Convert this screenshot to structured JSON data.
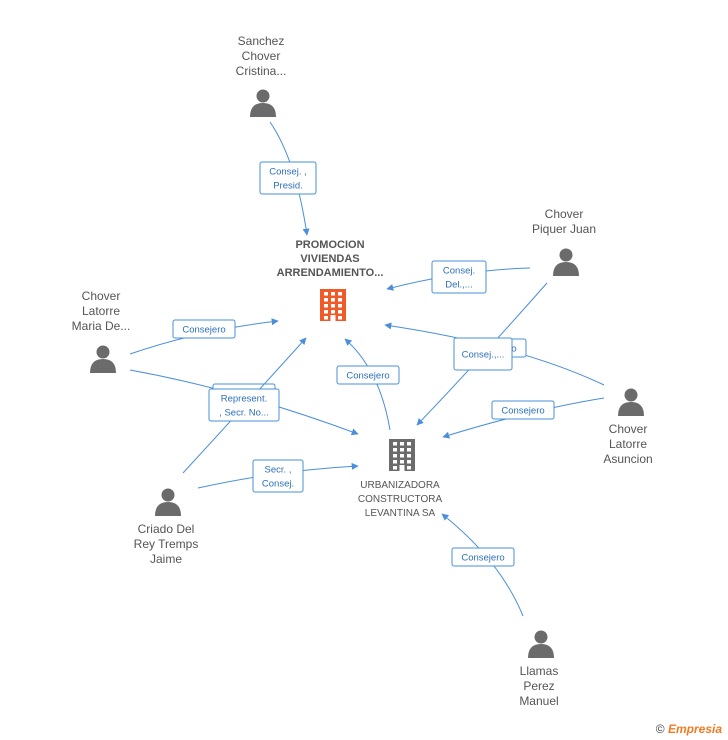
{
  "nodes": {
    "promocion": {
      "lines": [
        "PROMOCION",
        "VIVIENDAS",
        "ARRENDAMIENTO..."
      ],
      "kind": "company-main"
    },
    "urbanizadora": {
      "lines": [
        "URBANIZADORA",
        "CONSTRUCTORA",
        "LEVANTINA SA"
      ],
      "kind": "company"
    },
    "sanchez": {
      "lines": [
        "Sanchez",
        "Chover",
        "Cristina..."
      ],
      "kind": "person"
    },
    "piquer": {
      "lines": [
        "Chover",
        "Piquer Juan"
      ],
      "kind": "person"
    },
    "maria": {
      "lines": [
        "Chover",
        "Latorre",
        "Maria De..."
      ],
      "kind": "person"
    },
    "asuncion": {
      "lines": [
        "Chover",
        "Latorre",
        "Asuncion"
      ],
      "kind": "person"
    },
    "criado": {
      "lines": [
        "Criado Del",
        "Rey Tremps",
        "Jaime"
      ],
      "kind": "person"
    },
    "llamas": {
      "lines": [
        "Llamas",
        "Perez",
        "Manuel"
      ],
      "kind": "person"
    }
  },
  "edges": [
    {
      "from": "sanchez",
      "to": "promocion",
      "label": [
        "Consej. ,",
        "Presid."
      ]
    },
    {
      "from": "piquer",
      "to": "promocion",
      "label": [
        "Consej.",
        "Del.,..."
      ]
    },
    {
      "from": "maria",
      "to": "promocion",
      "label": [
        "Consejero"
      ]
    },
    {
      "from": "maria",
      "to": "urbanizadora",
      "label": [
        "Consejero"
      ]
    },
    {
      "from": "asuncion",
      "to": "promocion",
      "label": [
        "Consejero"
      ]
    },
    {
      "from": "asuncion",
      "to": "urbanizadora",
      "label": [
        "Consejero"
      ]
    },
    {
      "from": "piquer",
      "to": "urbanizadora",
      "label": [
        "Consej.,..."
      ]
    },
    {
      "from": "criado",
      "to": "promocion",
      "label": [
        "Represent.",
        ", Secr. No..."
      ]
    },
    {
      "from": "criado",
      "to": "urbanizadora",
      "label": [
        "Secr. ,",
        "Consej."
      ]
    },
    {
      "from": "urbanizadora",
      "to": "promocion",
      "label": [
        "Consejero"
      ]
    },
    {
      "from": "llamas",
      "to": "urbanizadora",
      "label": [
        "Consejero"
      ]
    }
  ],
  "footer": {
    "copyright": "©",
    "brand": "Empresia"
  },
  "colors": {
    "edge": "#4a8fd8",
    "company_main": "#f05a28",
    "node": "#6b6b6b"
  }
}
